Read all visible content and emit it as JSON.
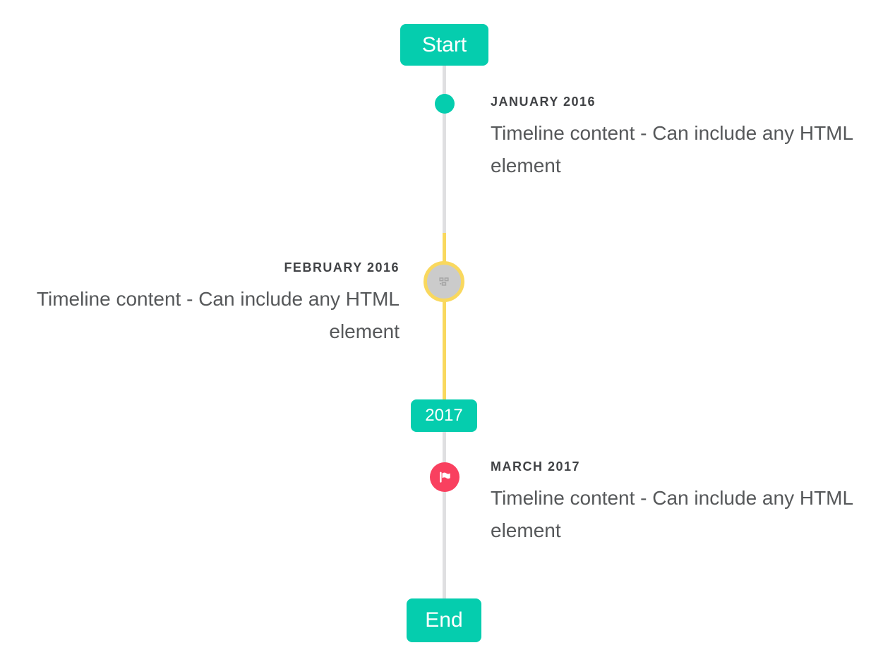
{
  "timeline": {
    "start_label": "Start",
    "year_label": "2017",
    "end_label": "End",
    "items": [
      {
        "title": "JANUARY 2016",
        "content": "Timeline content - Can include any HTML element",
        "side": "right",
        "marker": "dot"
      },
      {
        "title": "FEBRUARY 2016",
        "content": "Timeline content - Can include any HTML element",
        "side": "left",
        "marker": "broken-image-circle"
      },
      {
        "title": "MARCH 2017",
        "content": "Timeline content - Can include any HTML element",
        "side": "right",
        "marker": "flag-circle"
      }
    ],
    "icons": {
      "march_marker": "flag-icon",
      "february_marker": "broken-image-icon"
    }
  },
  "colors": {
    "accent_teal": "#05cdae",
    "flag_red": "#f9405f",
    "highlight_yellow": "#f9d85e",
    "line_gray": "#dfdfe1",
    "circle_gray": "#cbcbcb",
    "title_text": "#404245",
    "content_text": "#56585a",
    "broken_image_glyph": "#a6a6a6"
  }
}
